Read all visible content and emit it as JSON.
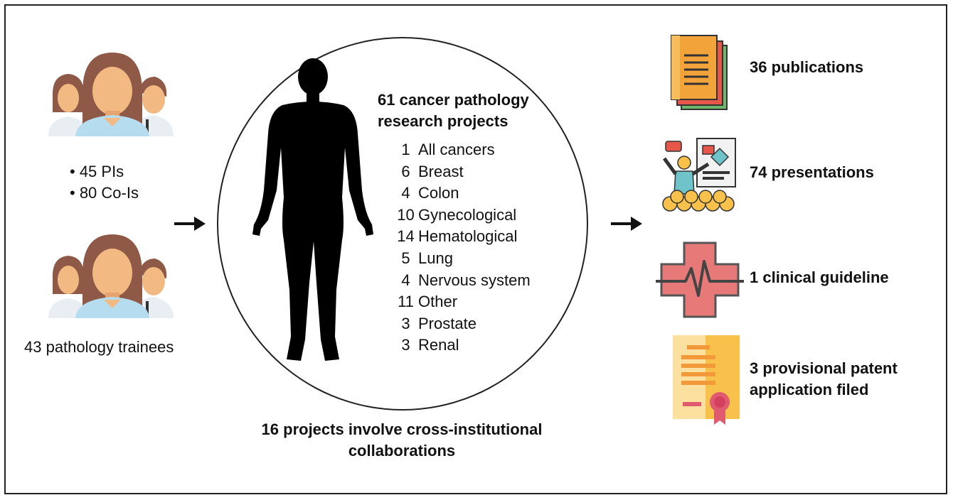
{
  "left": {
    "pi_line": "• 45 PIs",
    "coi_line": "• 80 Co-Is",
    "trainees": "43 pathology trainees"
  },
  "center": {
    "title_line1": "61 cancer pathology",
    "title_line2": "research projects",
    "categories": [
      {
        "count": "1",
        "label": "All cancers"
      },
      {
        "count": "6",
        "label": "Breast"
      },
      {
        "count": "4",
        "label": "Colon"
      },
      {
        "count": "10",
        "label": "Gynecological"
      },
      {
        "count": "14",
        "label": "Hematological"
      },
      {
        "count": "5",
        "label": "Lung"
      },
      {
        "count": "4",
        "label": "Nervous system"
      },
      {
        "count": "11",
        "label": "Other"
      },
      {
        "count": "3",
        "label": "Prostate"
      },
      {
        "count": "3",
        "label": "Renal"
      }
    ],
    "collab_line1": "16 projects involve cross-institutional",
    "collab_line2": "collaborations"
  },
  "outputs": {
    "publications": "36 publications",
    "presentations": "74 presentations",
    "guideline": "1 clinical guideline",
    "patent_line1": "3 provisional patent",
    "patent_line2": "application filed"
  },
  "icons": {
    "people": "people-group-icon",
    "body": "human-body-icon",
    "publications": "documents-stack-icon",
    "presentations": "presenter-audience-icon",
    "guideline": "medical-cross-heartbeat-icon",
    "patent": "certificate-icon",
    "arrow": "right-arrow-icon"
  },
  "colors": {
    "skin": "#F2B983",
    "hair": "#8E5A47",
    "shirt": "#B6DCEF",
    "doc_orange": "#F2A33A",
    "doc_red": "#E6574A",
    "doc_green": "#6DB86B",
    "cross_red": "#E77A78",
    "cert_yellow": "#F7C14B"
  }
}
